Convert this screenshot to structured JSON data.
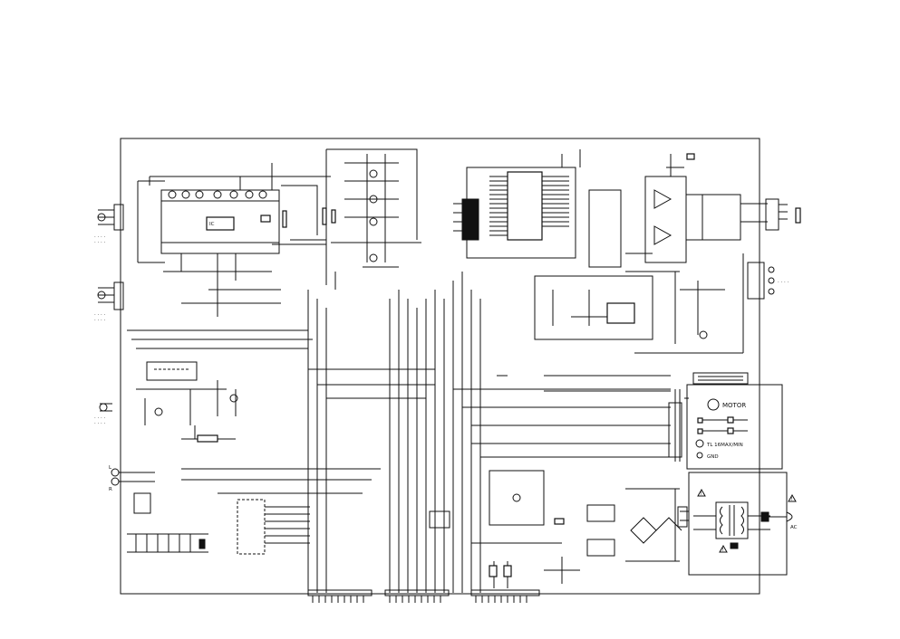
{
  "panel_labels": {
    "motor": "MOTOR",
    "tl_label": "TL 16MAX/MIN",
    "ground_label": "GND"
  },
  "connector_labels": {
    "ac_in": "AC"
  },
  "warning_symbol": "warning-triangle-icon"
}
